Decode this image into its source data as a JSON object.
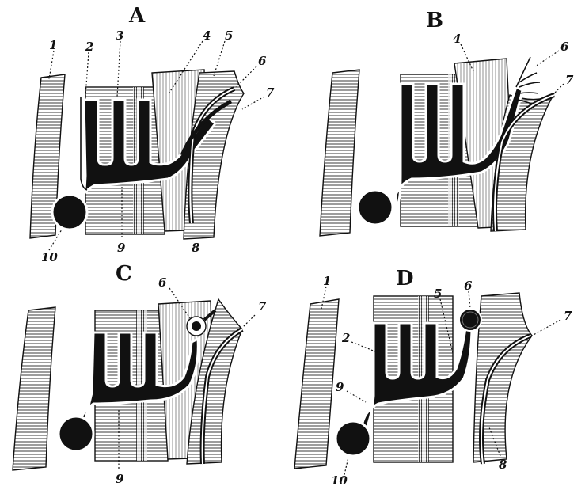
{
  "panels": {
    "A": {
      "letter": "A",
      "labels": {
        "l1": "1",
        "l2": "2",
        "l3": "3",
        "l4": "4",
        "l5": "5",
        "l6": "6",
        "l7": "7",
        "l8": "8",
        "l9": "9",
        "l10": "10"
      }
    },
    "B": {
      "letter": "B",
      "labels": {
        "l4": "4",
        "l6": "6",
        "l7": "7"
      }
    },
    "C": {
      "letter": "C",
      "labels": {
        "l6": "6",
        "l7": "7",
        "l9": "9"
      }
    },
    "D": {
      "letter": "D",
      "labels": {
        "l1": "1",
        "l2": "2",
        "l5": "5",
        "l6": "6",
        "l7": "7",
        "l8": "8",
        "l9": "9",
        "l10": "10"
      }
    }
  },
  "colors": {
    "ink": "#111111",
    "paper": "#ffffff"
  }
}
